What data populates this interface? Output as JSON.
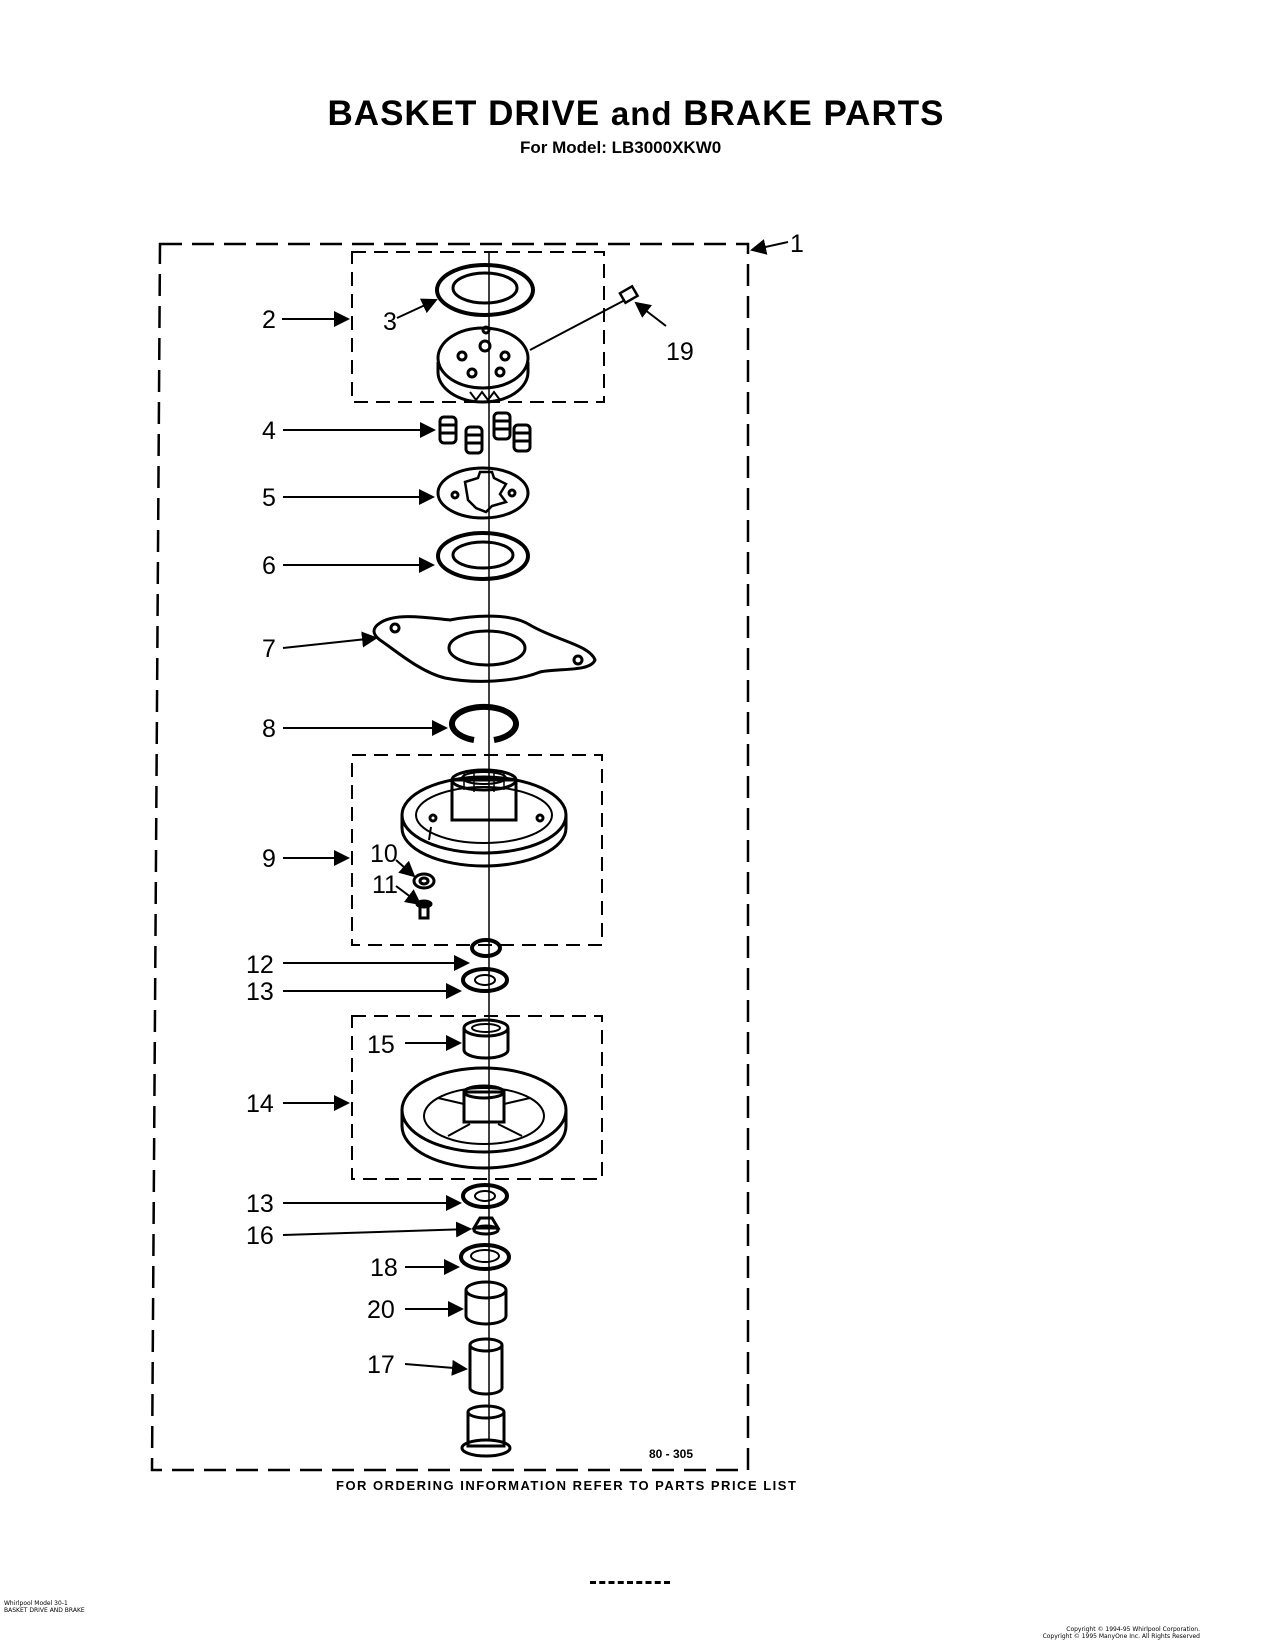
{
  "header": {
    "title_part1": "BASKET DRIVE",
    "title_and": "and",
    "title_part2": "BRAKE PARTS",
    "subtitle": "For Model: LB3000XKW0"
  },
  "callouts": {
    "c1": "1",
    "c2": "2",
    "c3": "3",
    "c4": "4",
    "c5": "5",
    "c6": "6",
    "c7": "7",
    "c8": "8",
    "c9": "9",
    "c10": "10",
    "c11": "11",
    "c12": "12",
    "c13a": "13",
    "c13b": "13",
    "c14": "14",
    "c15": "15",
    "c16": "16",
    "c17": "17",
    "c18": "18",
    "c19": "19",
    "c20": "20"
  },
  "drawing_code": "80 - 305",
  "footer_note": "FOR ORDERING INFORMATION REFER TO PARTS PRICE LIST",
  "footer_left": [
    "Whirlpool Model 30-1",
    "BASKET DRIVE AND BRAKE"
  ],
  "footer_right": [
    "Copyright © 1994-95 Whirlpool Corporation.",
    "Copyright © 1995 ManyOne Inc. All Rights Reserved"
  ]
}
